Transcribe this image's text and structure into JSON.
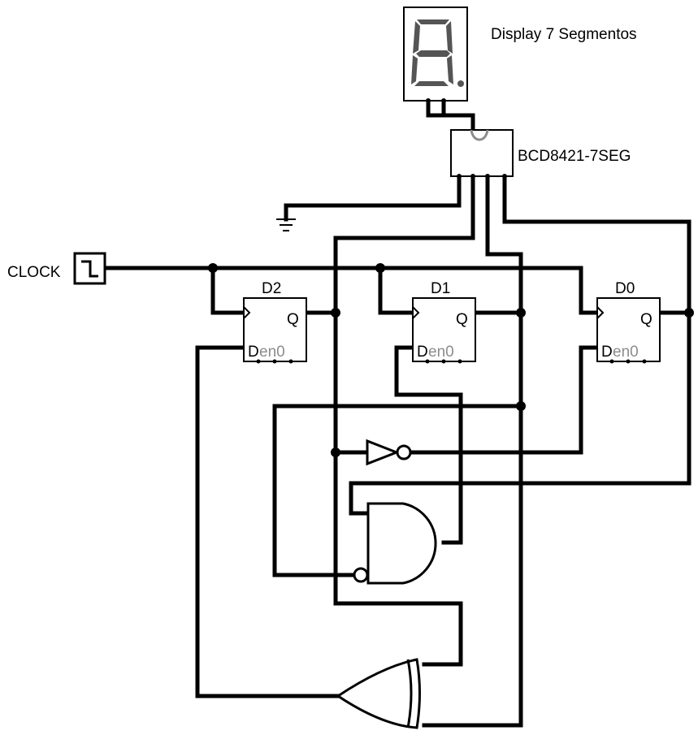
{
  "labels": {
    "display_title": "Display 7 Segmentos",
    "decoder": "BCD8421-7SEG",
    "clock": "CLOCK"
  },
  "flipflops": [
    {
      "name": "D2",
      "q": "Q",
      "d": "D",
      "en": "en0"
    },
    {
      "name": "D1",
      "q": "Q",
      "d": "D",
      "en": "en0"
    },
    {
      "name": "D0",
      "q": "Q",
      "d": "D",
      "en": "en0"
    }
  ],
  "colors": {
    "wire": "#000000",
    "segment": "#555555",
    "pin_label_grey": "#8c8c8c",
    "decoder_loop": "#8c8c8c"
  },
  "components": {
    "display": "seven-segment-display-icon",
    "decoder": "bcd-decoder-icon",
    "clock": "clock-source-icon",
    "ground": "ground-icon",
    "not_gate": "not-gate-icon",
    "and_gate": "and-gate-icon",
    "xor_gate": "xor-gate-icon"
  }
}
